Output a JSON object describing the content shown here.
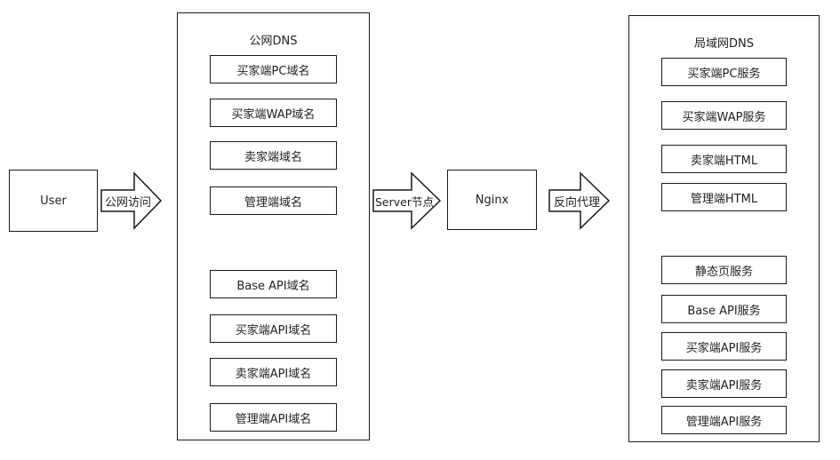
{
  "user": {
    "label": "User"
  },
  "public_dns": {
    "title": "公网DNS",
    "items": [
      "买家端PC域名",
      "买家端WAP域名",
      "卖家端域名",
      "管理端域名",
      "Base API域名",
      "买家端API域名",
      "卖家端API域名",
      "管理端API域名"
    ]
  },
  "nginx": {
    "label": "Nginx"
  },
  "lan_dns": {
    "title": "局域网DNS",
    "items": [
      "买家端PC服务",
      "买家端WAP服务",
      "卖家端HTML",
      "管理端HTML",
      "静态页服务",
      "Base API服务",
      "买家端API服务",
      "卖家端API服务",
      "管理端API服务"
    ]
  },
  "arrows": {
    "public_access": "公网访问",
    "server_node": "Server节点",
    "reverse_proxy": "反向代理"
  }
}
